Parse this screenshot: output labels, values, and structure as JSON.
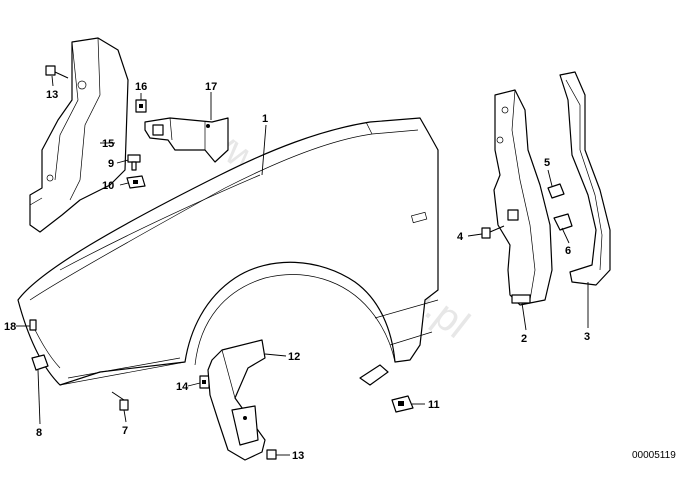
{
  "watermark": "www.BMWstore.pl",
  "catalog_number": "00005119",
  "callouts": [
    {
      "id": "c1",
      "label": "1"
    },
    {
      "id": "c2",
      "label": "2"
    },
    {
      "id": "c3",
      "label": "3"
    },
    {
      "id": "c4",
      "label": "4"
    },
    {
      "id": "c5",
      "label": "5"
    },
    {
      "id": "c6",
      "label": "6"
    },
    {
      "id": "c7",
      "label": "7"
    },
    {
      "id": "c8",
      "label": "8"
    },
    {
      "id": "c9",
      "label": "9"
    },
    {
      "id": "c10",
      "label": "10"
    },
    {
      "id": "c11",
      "label": "11"
    },
    {
      "id": "c12",
      "label": "12"
    },
    {
      "id": "c13a",
      "label": "13"
    },
    {
      "id": "c13b",
      "label": "13"
    },
    {
      "id": "c14",
      "label": "14"
    },
    {
      "id": "c15",
      "label": "15"
    },
    {
      "id": "c16",
      "label": "16"
    },
    {
      "id": "c17",
      "label": "17"
    },
    {
      "id": "c18",
      "label": "18"
    }
  ]
}
